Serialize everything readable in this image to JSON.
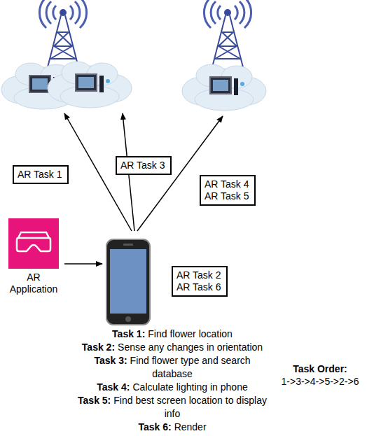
{
  "diagram": {
    "nodes": [
      {
        "text": [
          "AR Task 1"
        ]
      },
      {
        "text": [
          "AR Task 3"
        ]
      },
      {
        "text": [
          "AR Task 4",
          "AR Task 5"
        ]
      },
      {
        "text": [
          "AR Application"
        ]
      },
      {
        "text": [
          "AR Task 2",
          "AR Task 6"
        ]
      }
    ],
    "labels": [
      "Task 1:",
      "Find flower location",
      "Task 2:",
      "Sense any changes in orientation",
      "Task 3:",
      "Find flower type and search database",
      "Task 4:",
      "Calculate lighting in phone",
      "Task 5:",
      "Find best screen location to display info",
      "Task 6:",
      "Render",
      "Task Order:",
      "1->3->4->5->2->6"
    ]
  }
}
